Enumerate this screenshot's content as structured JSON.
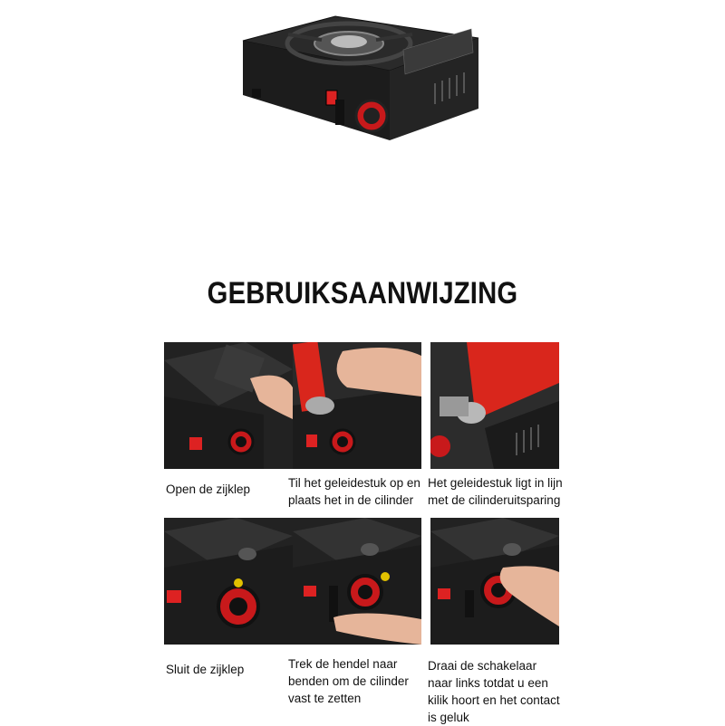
{
  "title": "GEBRUIKSAANWIJZING",
  "steps": [
    {
      "caption": "Open de zijklep"
    },
    {
      "caption": "Til het geleidestuk op en plaats het in de cilinder"
    },
    {
      "caption": "Het geleidestuk ligt in lijn met de cilinderuitsparing"
    },
    {
      "caption": "Sluit de zijklep"
    },
    {
      "caption": "Trek de hendel naar benden om de cilinder vast te zetten"
    },
    {
      "caption": "Draai de schakelaar naar links totdat u een kilik hoort en het contact is geluk"
    }
  ],
  "colors": {
    "stove_body": "#1c1c1c",
    "canister_red": "#d9261c",
    "knob_red": "#c8191b",
    "hand_skin": "#e6b59a"
  }
}
